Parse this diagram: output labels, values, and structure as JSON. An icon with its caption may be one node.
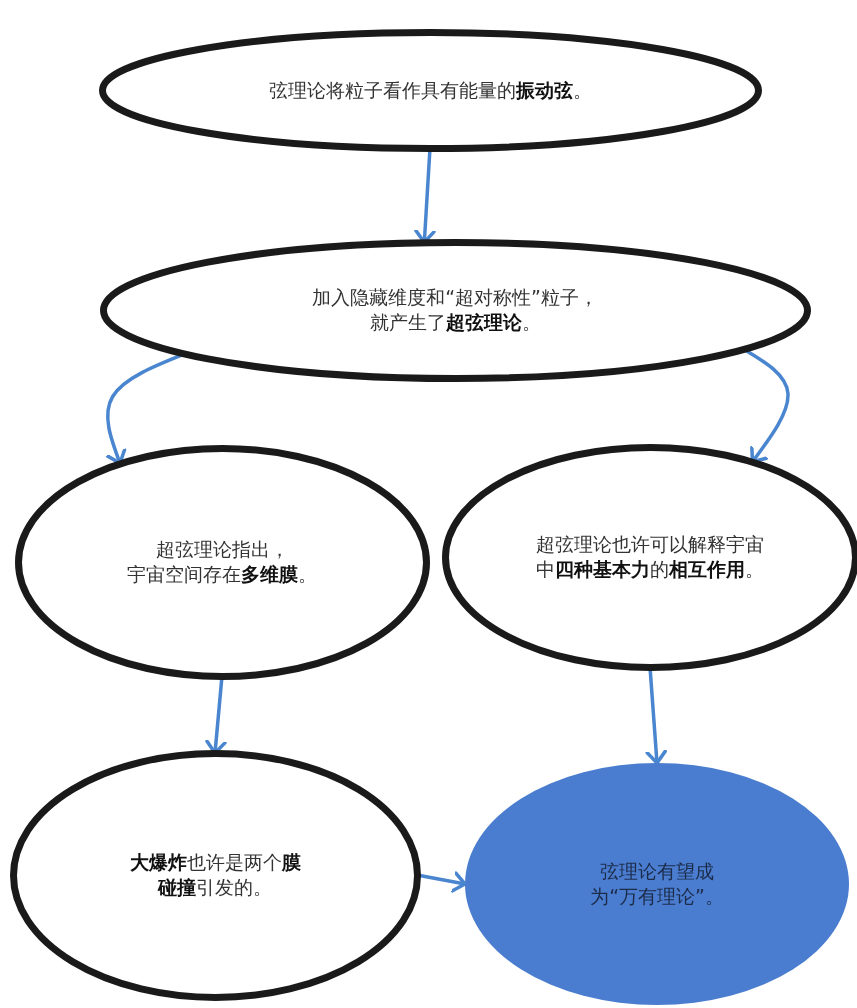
{
  "diagram": {
    "nodes": [
      {
        "text": [
          "弦理论将粒子看作具有能量的**振动弦**。"
        ]
      },
      {
        "text": [
          "加入隐藏维度和“超对称性”粒子，就产生了**超弦理论**。"
        ]
      },
      {
        "text": [
          "超弦理论指出，宇宙空间存在**多维膜**。"
        ]
      },
      {
        "text": [
          "超弦理论也许可以解释宇宙中**四种基本力**的**相互作用**。"
        ]
      },
      {
        "text": [
          "**大爆炸**也许是两个**膜碰撞**引发的。"
        ]
      },
      {
        "text": [
          "弦理论有望成为“万有理论”。"
        ]
      }
    ],
    "edges": [
      {
        "from": 0,
        "to": 1,
        "arrow": "to"
      },
      {
        "from": 1,
        "to": 2,
        "arrow": "to"
      },
      {
        "from": 1,
        "to": 3,
        "arrow": "to"
      },
      {
        "from": 2,
        "to": 4,
        "arrow": "to"
      },
      {
        "from": 3,
        "to": 5,
        "arrow": "to"
      },
      {
        "from": 4,
        "to": 5,
        "arrow": "to"
      }
    ]
  }
}
